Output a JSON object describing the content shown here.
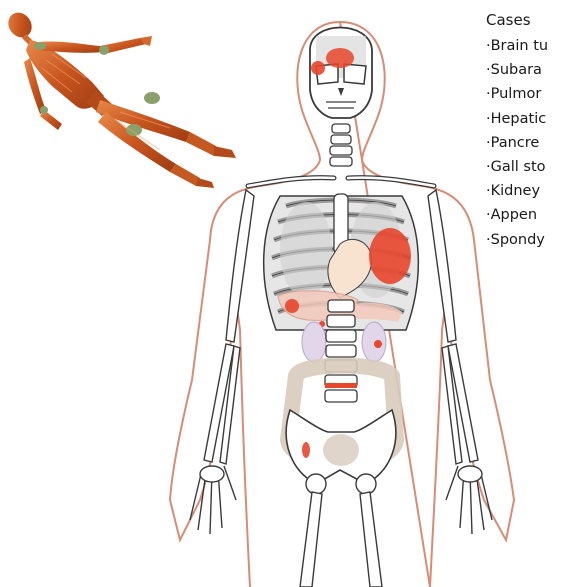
{
  "cases": {
    "title": "Cases",
    "items": [
      "Brain tu",
      "Subara",
      "Pulmor",
      "Hepatic",
      "Pancre",
      "Gall sto",
      "Kidney",
      "Appen",
      "Spondy"
    ]
  },
  "colors": {
    "outline": "#d98b74",
    "lesion": "#e8462d",
    "bone_fill": "#ffffff",
    "bone_stroke": "#3a3a3a",
    "rib_grey": "#bdbdbd",
    "lung_grey": "#cfcfcf",
    "liver_pink": "#f3c9bb",
    "kidney_lilac": "#e2d7ea",
    "intestine": "#d8cbbd",
    "mannequin_skin": "#c8551f",
    "mannequin_joint": "#8aa06a"
  }
}
